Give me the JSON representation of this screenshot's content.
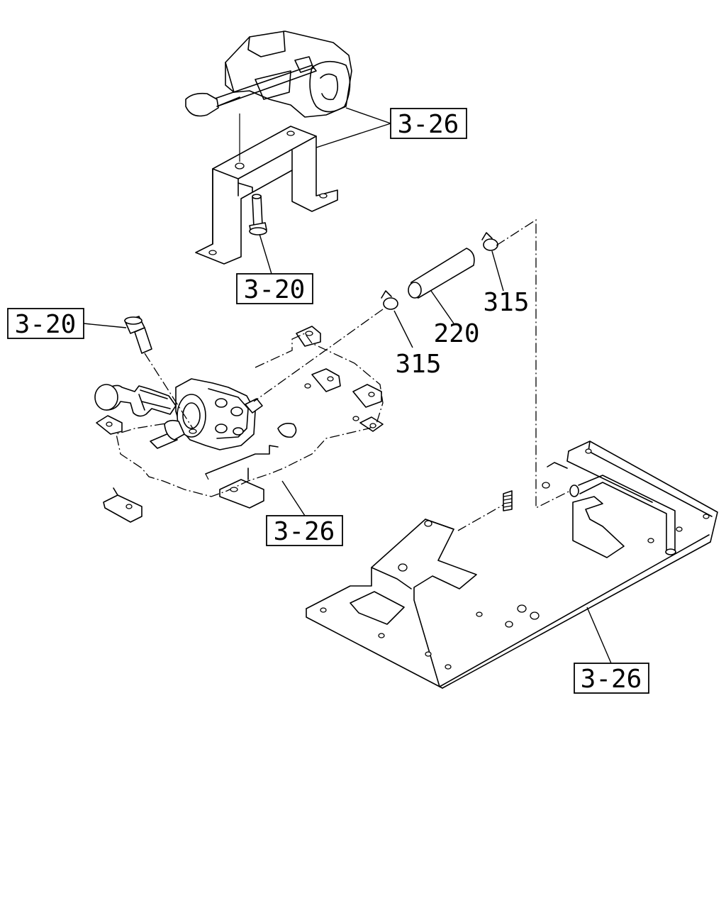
{
  "callouts": {
    "ref_3_26_top": "3-26",
    "ref_3_20_top": "3-20",
    "ref_3_20_left": "3-20",
    "ref_3_26_mid": "3-26",
    "ref_3_26_bottom": "3-26"
  },
  "part_numbers": {
    "clamp_right": "315",
    "hose": "220",
    "clamp_left": "315"
  },
  "colors": {
    "line": "#000000",
    "background": "#ffffff"
  }
}
